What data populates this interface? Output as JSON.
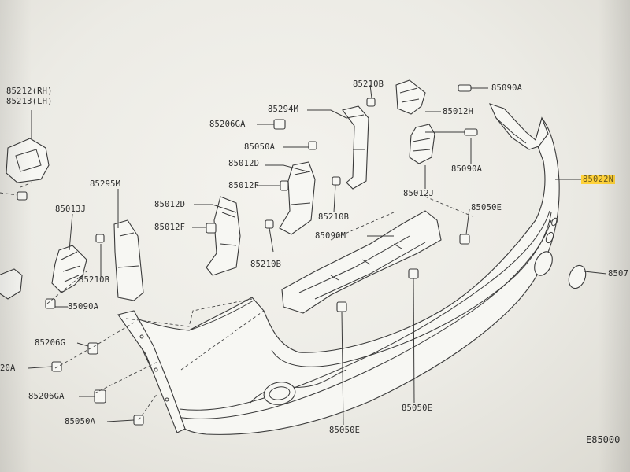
{
  "diagram_code": "E85000",
  "labels": {
    "p85212": "85212(RH)",
    "p85213": "85213(LH)",
    "p85013J": "85013J",
    "p85295M": "85295M",
    "p85206GA_top": "85206GA",
    "p85294M": "85294M",
    "p85050A_top": "85050A",
    "p85012D_a": "85012D",
    "p85012F_a": "85012F",
    "p85012D_b": "85012D",
    "p85012F_b": "85012F",
    "p85210B_top": "85210B",
    "p85090A_topright": "85090A",
    "p85012H": "85012H",
    "p85090A_mid": "85090A",
    "p85012J": "85012J",
    "p85022N": "85022N",
    "p85050E_right": "85050E",
    "p85090M": "85090M",
    "p85210B_mid": "85210B",
    "p85210B_low": "85210B",
    "p85210B_left": "85210B",
    "p85090A_left": "85090A",
    "p85206G": "85206G",
    "p20A": "20A",
    "p85206GA_low": "85206GA",
    "p85050A_low": "85050A",
    "p85050E_center": "85050E",
    "p85050E_bottom": "85050E",
    "p8507": "8507"
  },
  "colors": {
    "highlight": "#ffd23a",
    "ink": "#2b2b2b"
  }
}
